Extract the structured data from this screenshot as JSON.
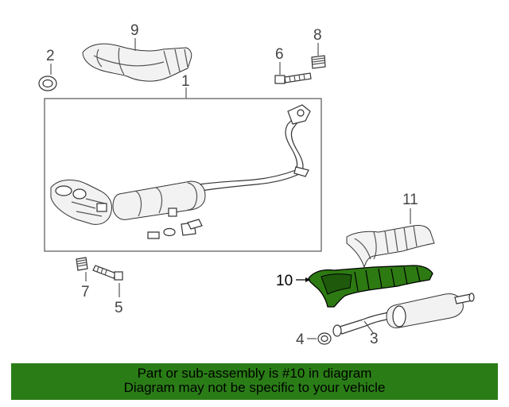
{
  "callouts": {
    "c1": "1",
    "c2": "2",
    "c3": "3",
    "c4": "4",
    "c5": "5",
    "c6": "6",
    "c7": "7",
    "c8": "8",
    "c9": "9",
    "c10": "10",
    "c11": "11"
  },
  "highlight_color": "#2a7d16",
  "banner": {
    "line1": "Part or sub-assembly is #10 in diagram",
    "line2": "Diagram may not be specific to your vehicle"
  }
}
